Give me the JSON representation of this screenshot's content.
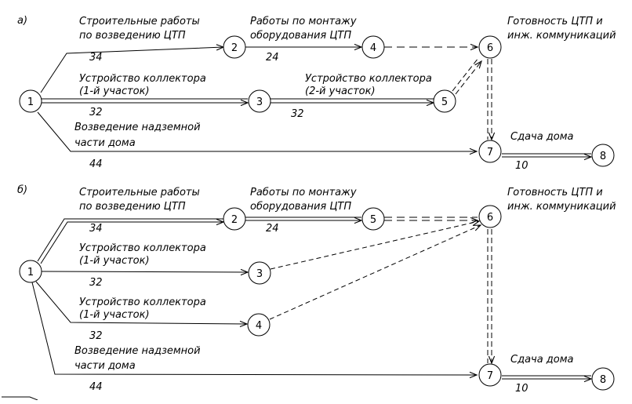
{
  "diagrams": [
    {
      "id": "a",
      "label": "а)",
      "nodes": [
        "1",
        "2",
        "3",
        "4",
        "5",
        "6",
        "7",
        "8"
      ],
      "texts": {
        "w12_l1": "Строительные работы",
        "w12_l2": "по возведению ЦТП",
        "w12_dur": "34",
        "w24_l1": "Работы по монтажу",
        "w24_l2": "оборудования ЦТП",
        "w24_dur": "24",
        "e6_l1": "Готовность ЦТП и",
        "e6_l2": "инж. коммуникаций",
        "w13_l1": "Устройство коллектора",
        "w13_l2": "(1-й участок)",
        "w13_dur": "32",
        "w35_l1": "Устройство коллектора",
        "w35_l2": "(2-й участок)",
        "w35_dur": "32",
        "w17_l1": "Возведение надземной",
        "w17_l2": "части дома",
        "w17_dur": "44",
        "w78_l1": "Сдача дома",
        "w78_dur": "10"
      }
    },
    {
      "id": "b",
      "label": "б)",
      "nodes": [
        "1",
        "2",
        "3",
        "4",
        "5",
        "6",
        "7",
        "8"
      ],
      "texts": {
        "w12_l1": "Строительные работы",
        "w12_l2": "по возведению ЦТП",
        "w12_dur": "34",
        "w25_l1": "Работы по монтажу",
        "w25_l2": "оборудования ЦТП",
        "w25_dur": "24",
        "e6_l1": "Готовность ЦТП и",
        "e6_l2": "инж. коммуникаций",
        "w13_l1": "Устройство коллектора",
        "w13_l2": "(1-й участок)",
        "w13_dur": "32",
        "w14_l1": "Устройство коллектора",
        "w14_l2": "(1-й участок)",
        "w14_dur": "32",
        "w17_l1": "Возведение надземной",
        "w17_l2": "части дома",
        "w17_dur": "44",
        "w78_l1": "Сдача дома",
        "w78_dur": "10"
      }
    }
  ]
}
